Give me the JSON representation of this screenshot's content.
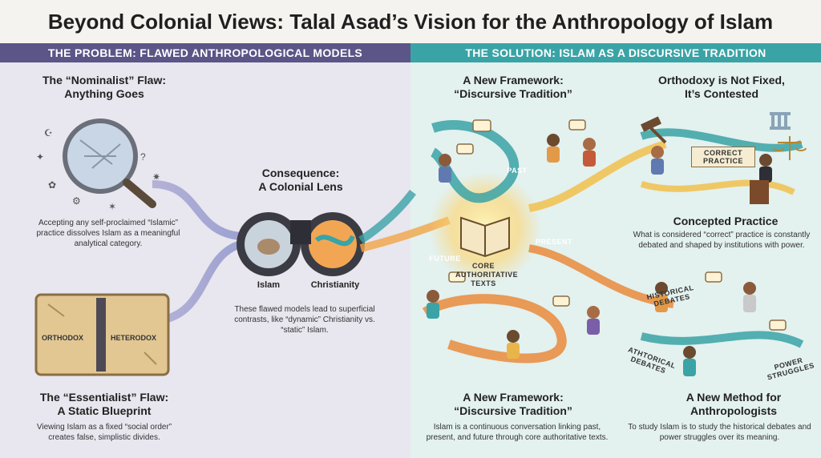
{
  "title": "Beyond Colonial Views: Talal Asad’s Vision for the Anthropology of Islam",
  "left_band": "THE PROBLEM: FLAWED ANTHROPOLOGICAL MODELS",
  "right_band": "THE SOLUTION: ISLAM AS A DISCURSIVE TRADITION",
  "nominalist": {
    "heading_line1": "The “Nominalist” Flaw:",
    "heading_line2": "Anything Goes",
    "text": "Accepting any self-proclaimed “Islamic” practice dissolves Islam as a meaningful analytical category."
  },
  "essentialist": {
    "heading_line1": "The “Essentialist” Flaw:",
    "heading_line2": "A Static Blueprint",
    "text": "Viewing Islam as a fixed “social order” creates false, simplistic divides.",
    "tablet_left": "ORTHODOX",
    "tablet_right": "HETERODOX"
  },
  "consequence": {
    "heading_line1": "Consequence:",
    "heading_line2": "A Colonial Lens",
    "lens_left": "Islam",
    "lens_right": "Christianity",
    "text": "These flawed models lead to superficial contrasts, like “dynamic” Christianity vs. “static” Islam."
  },
  "framework_top": {
    "heading_line1": "A New Framework:",
    "heading_line2": "“Discursive Tradition”"
  },
  "core": {
    "line1": "CORE",
    "line2": "AUTHORITATIVE",
    "line3": "TEXTS",
    "past": "PAST",
    "present": "PRESENT",
    "future": "FUTURE"
  },
  "framework_bottom": {
    "heading_line1": "A New Framework:",
    "heading_line2": "“Discursive Tradition”",
    "text": "Islam is a continuous conversation linking past, present, and future through core authoritative texts."
  },
  "orthodoxy": {
    "heading_line1": "Orthodoxy is Not Fixed,",
    "heading_line2": "It’s Contested",
    "sign_line1": "CORRECT",
    "sign_line2": "PRACTICE"
  },
  "contested": {
    "heading": "Concepted Practice",
    "text": "What is considered “correct” practice is constantly debated and shaped by institutions with power."
  },
  "method": {
    "label_debates": "HISTORICAL DEBATES",
    "label_debates2": "ATHTORICAL DEBATES",
    "label_power": "POWER STRUGGLES",
    "heading_line1": "A New Method for",
    "heading_line2": "Anthropologists",
    "text": "To study Islam is to study the historical debates and power struggles over its meaning."
  }
}
